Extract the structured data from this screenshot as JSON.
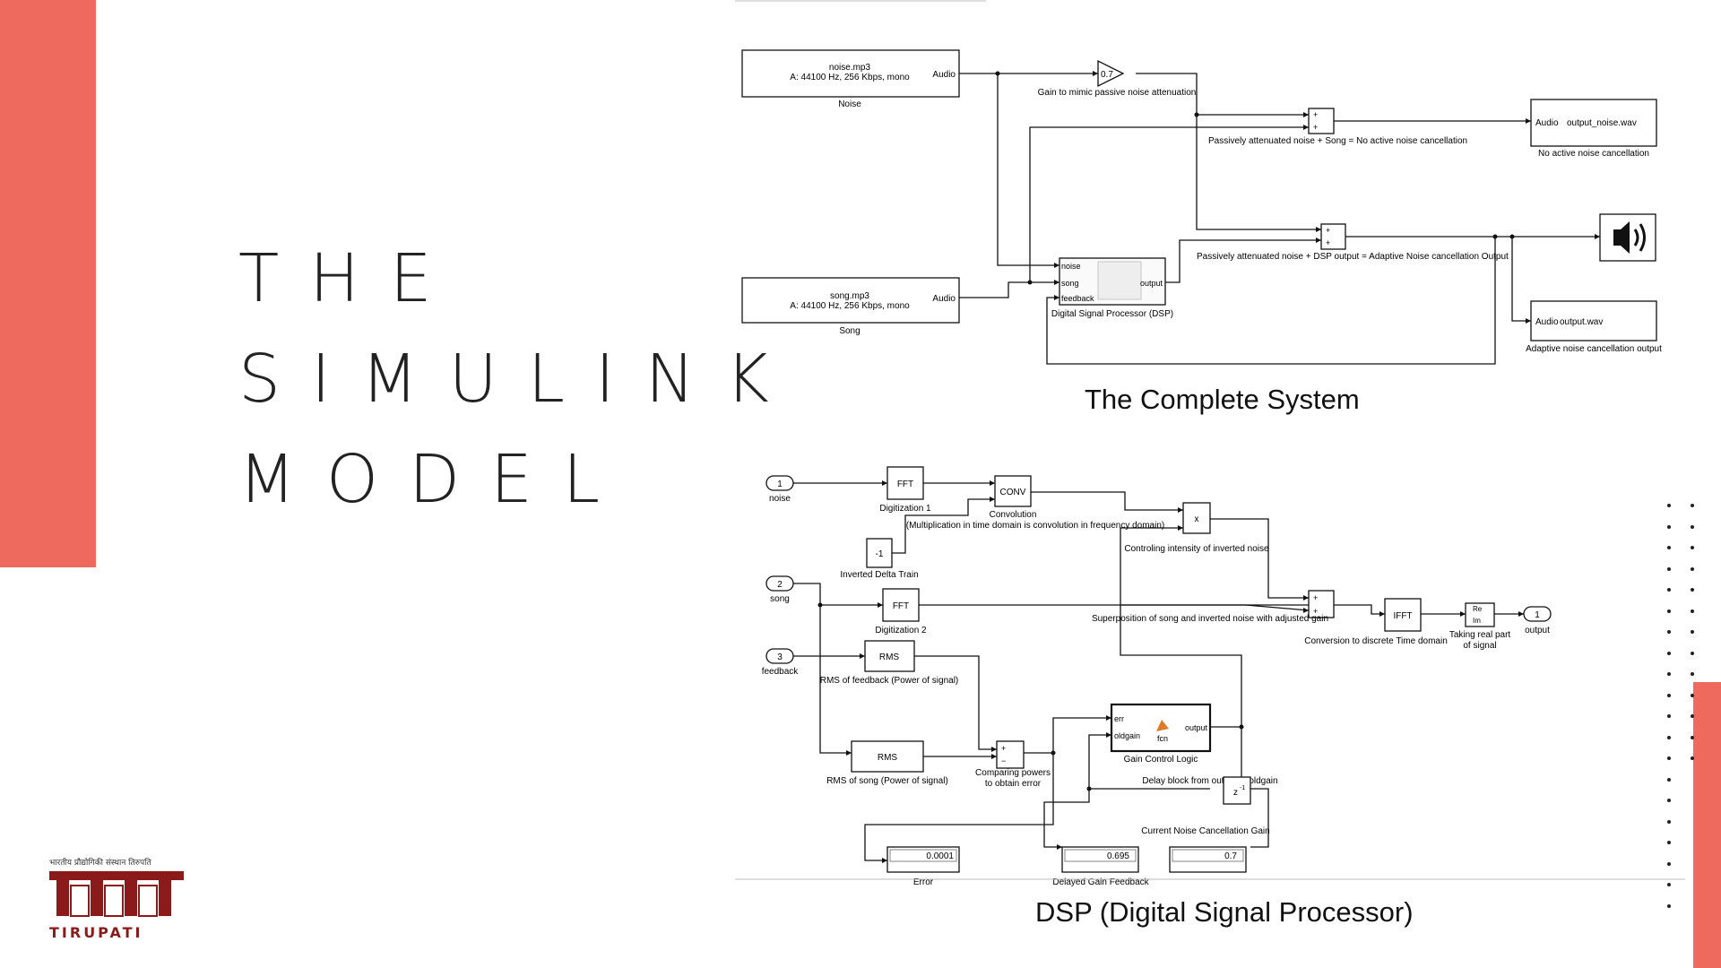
{
  "colors": {
    "accent": "#EF6A5E",
    "line": "#111111",
    "logo_red": "#8B1A1A"
  },
  "slide": {
    "title_lines": [
      "THE",
      "SIMULINK",
      "MODEL"
    ]
  },
  "captions": {
    "complete": "The Complete System",
    "dsp": "DSP (Digital Signal Processor)"
  },
  "logo": {
    "hindi": "भारतीय प्रौद्योगिकी संस्थान तिरुपति",
    "name": "TIRUPATI"
  },
  "complete_system": {
    "noise_block": {
      "file": "noise.mp3",
      "info": "A: 44100 Hz, 256 Kbps, mono",
      "port": "Audio",
      "label": "Noise"
    },
    "song_block": {
      "file": "song.mp3",
      "info": "A: 44100 Hz, 256 Kbps, mono",
      "port": "Audio",
      "label": "Song"
    },
    "gain": {
      "value": "0.7",
      "label": "Gain to mimic passive noise attenuation"
    },
    "sum1": {
      "signs": [
        "+",
        "+"
      ],
      "label": "Passively attenuated noise + Song = No active noise cancellation"
    },
    "sum2": {
      "signs": [
        "+",
        "+"
      ],
      "label": "Passively attenuated noise + DSP output = Adaptive Noise cancellation Output"
    },
    "dsp": {
      "ports_in": [
        "noise",
        "song",
        "feedback"
      ],
      "port_out": "output",
      "label": "Digital Signal Processor (DSP)"
    },
    "sink1": {
      "port": "Audio",
      "file": "output_noise.wav",
      "label": "No active noise cancellation"
    },
    "sink2": {
      "port": "Audio",
      "file": "output.wav",
      "label": "Adaptive noise cancellation output"
    },
    "speaker_icon": "speaker-icon"
  },
  "dsp_system": {
    "inports": [
      {
        "num": "1",
        "label": "noise"
      },
      {
        "num": "2",
        "label": "song"
      },
      {
        "num": "3",
        "label": "feedback"
      }
    ],
    "outport": {
      "num": "1",
      "label": "output"
    },
    "fft1": {
      "text": "FFT",
      "label": "Digitization 1"
    },
    "fft2": {
      "text": "FFT",
      "label": "Digitization 2"
    },
    "conv": {
      "text": "CONV",
      "label": "Convolution",
      "sublabel": "(Multiplication in time domain is convolution in frequency domain)"
    },
    "const": {
      "text": "-1",
      "label": "Inverted Delta Train"
    },
    "mult": {
      "text": "x",
      "label": "Controling intensity of inverted noise"
    },
    "sum": {
      "signs": [
        "+",
        "+"
      ],
      "label": "Superposition of song and inverted noise with adjusted gain"
    },
    "ifft": {
      "text": "IFFT",
      "label": "Conversion to discrete Time domain"
    },
    "real": {
      "re": "Re",
      "im": "Im",
      "label1": "Taking real part",
      "label2": "of signal"
    },
    "rms_fb": {
      "text": "RMS",
      "label": "RMS of feedback (Power of signal)"
    },
    "rms_song": {
      "text": "RMS",
      "label": "RMS of song (Power of signal)"
    },
    "compare": {
      "signs": [
        "+",
        "−"
      ],
      "label1": "Comparing powers",
      "label2": "to obtain error"
    },
    "gcl": {
      "in1": "err",
      "in2": "oldgain",
      "out": "output",
      "fcn": "fcn",
      "label": "Gain Control Logic"
    },
    "delay": {
      "text": "z",
      "exp": "-1",
      "label_top": "Delay block from output to oldgain",
      "label_bottom": "Current Noise Cancellation Gain"
    },
    "display_error": {
      "value": "0.0001",
      "label": "Error"
    },
    "display_delayed": {
      "value": "0.695",
      "label": "Delayed Gain Feedback"
    },
    "display_current": {
      "value": "0.7"
    }
  }
}
